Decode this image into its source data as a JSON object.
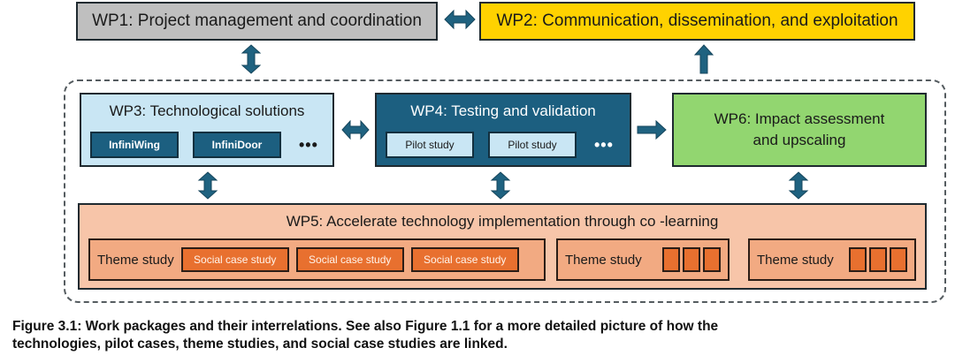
{
  "colors": {
    "wp1": "#bfbfbf",
    "wp2": "#ffd200",
    "wp3": "#c9e6f4",
    "wp4": "#1c5f80",
    "wp5": "#f7c5a9",
    "wp6": "#92d670",
    "theme_study": "#f2aa82",
    "social_case": "#e8702f",
    "arrow": "#1f6280"
  },
  "wp1": {
    "title": "WP1: Project management and coordination"
  },
  "wp2": {
    "title": "WP2: Communication, dissemination, and exploitation"
  },
  "wp3": {
    "title": "WP3: Technological solutions",
    "items": [
      "InfiniWing",
      "InfiniDoor"
    ],
    "more": "•••"
  },
  "wp4": {
    "title": "WP4: Testing and validation",
    "items": [
      "Pilot study",
      "Pilot study"
    ],
    "more": "•••"
  },
  "wp6": {
    "title_line1": "WP6: Impact assessment",
    "title_line2": "and upscaling"
  },
  "wp5": {
    "title": "WP5: Accelerate technology implementation through co  -learning",
    "theme_studies": [
      {
        "label": "Theme study",
        "social_cases": [
          "Social case study",
          "Social case study",
          "Social case study"
        ]
      },
      {
        "label": "Theme study",
        "social_case_count": 3
      },
      {
        "label": "Theme study",
        "social_case_count": 3
      }
    ]
  },
  "connections": [
    {
      "from": "WP1",
      "to": "WP2",
      "type": "bidirectional"
    },
    {
      "from": "WP1",
      "to": "WP3-WP6 group",
      "type": "bidirectional"
    },
    {
      "from": "WP3-WP6 group",
      "to": "WP2",
      "type": "unidirectional"
    },
    {
      "from": "WP3",
      "to": "WP4",
      "type": "bidirectional"
    },
    {
      "from": "WP4",
      "to": "WP6",
      "type": "unidirectional"
    },
    {
      "from": "WP3",
      "to": "WP5",
      "type": "bidirectional"
    },
    {
      "from": "WP4",
      "to": "WP5",
      "type": "bidirectional"
    },
    {
      "from": "WP6",
      "to": "WP5",
      "type": "bidirectional"
    }
  ],
  "caption": {
    "line1": "Figure 3.1: Work packages and their interrelations. See also Figure 1.1 for a more detailed picture of how the",
    "line2": "technologies, pilot cases, theme studies, and social case studies are linked."
  }
}
